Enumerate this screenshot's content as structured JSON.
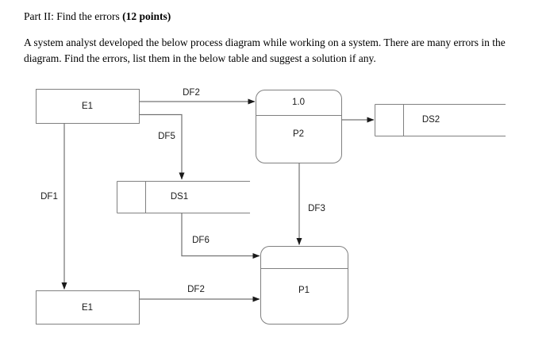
{
  "question": {
    "title_prefix": "Part II: Find the errors ",
    "title_points": "(12 points)",
    "body_line1": "A system analyst developed the below process diagram while working on a system. There are many",
    "body_line2": "errors in the diagram. Find the errors, list them in the below table and suggest a solution if any."
  },
  "diagram": {
    "type": "data-flow-diagram",
    "entities": [
      {
        "id": "e1-top",
        "label": "E1"
      },
      {
        "id": "e1-bottom",
        "label": "E1"
      }
    ],
    "processes": [
      {
        "id": "p2",
        "number": "1.0",
        "label": "P2"
      },
      {
        "id": "p1",
        "number": "",
        "label": "P1"
      }
    ],
    "datastores": [
      {
        "id": "ds1",
        "label": "DS1",
        "id_box": ""
      },
      {
        "id": "ds2",
        "label": "DS2",
        "id_box": ""
      }
    ],
    "flows": [
      {
        "id": "df2-top",
        "label": "DF2",
        "from": "e1-top",
        "to": "p2"
      },
      {
        "id": "df5",
        "label": "DF5",
        "from": "e1-top",
        "to": "ds1"
      },
      {
        "id": "df1",
        "label": "DF1",
        "from": "e1-top",
        "to": "e1-bottom"
      },
      {
        "id": "df-p2-ds2",
        "label": "",
        "from": "p2",
        "to": "ds2"
      },
      {
        "id": "df3",
        "label": "DF3",
        "from": "p2",
        "to": "p1"
      },
      {
        "id": "df6",
        "label": "DF6",
        "from": "ds1",
        "to": "p1"
      },
      {
        "id": "df2-bottom",
        "label": "DF2",
        "from": "e1-bottom",
        "to": "p1"
      }
    ]
  },
  "colors": {
    "shape_stroke": "#808080",
    "flow_stroke": "#737373",
    "text": "#1a1a1a",
    "background": "#ffffff"
  }
}
